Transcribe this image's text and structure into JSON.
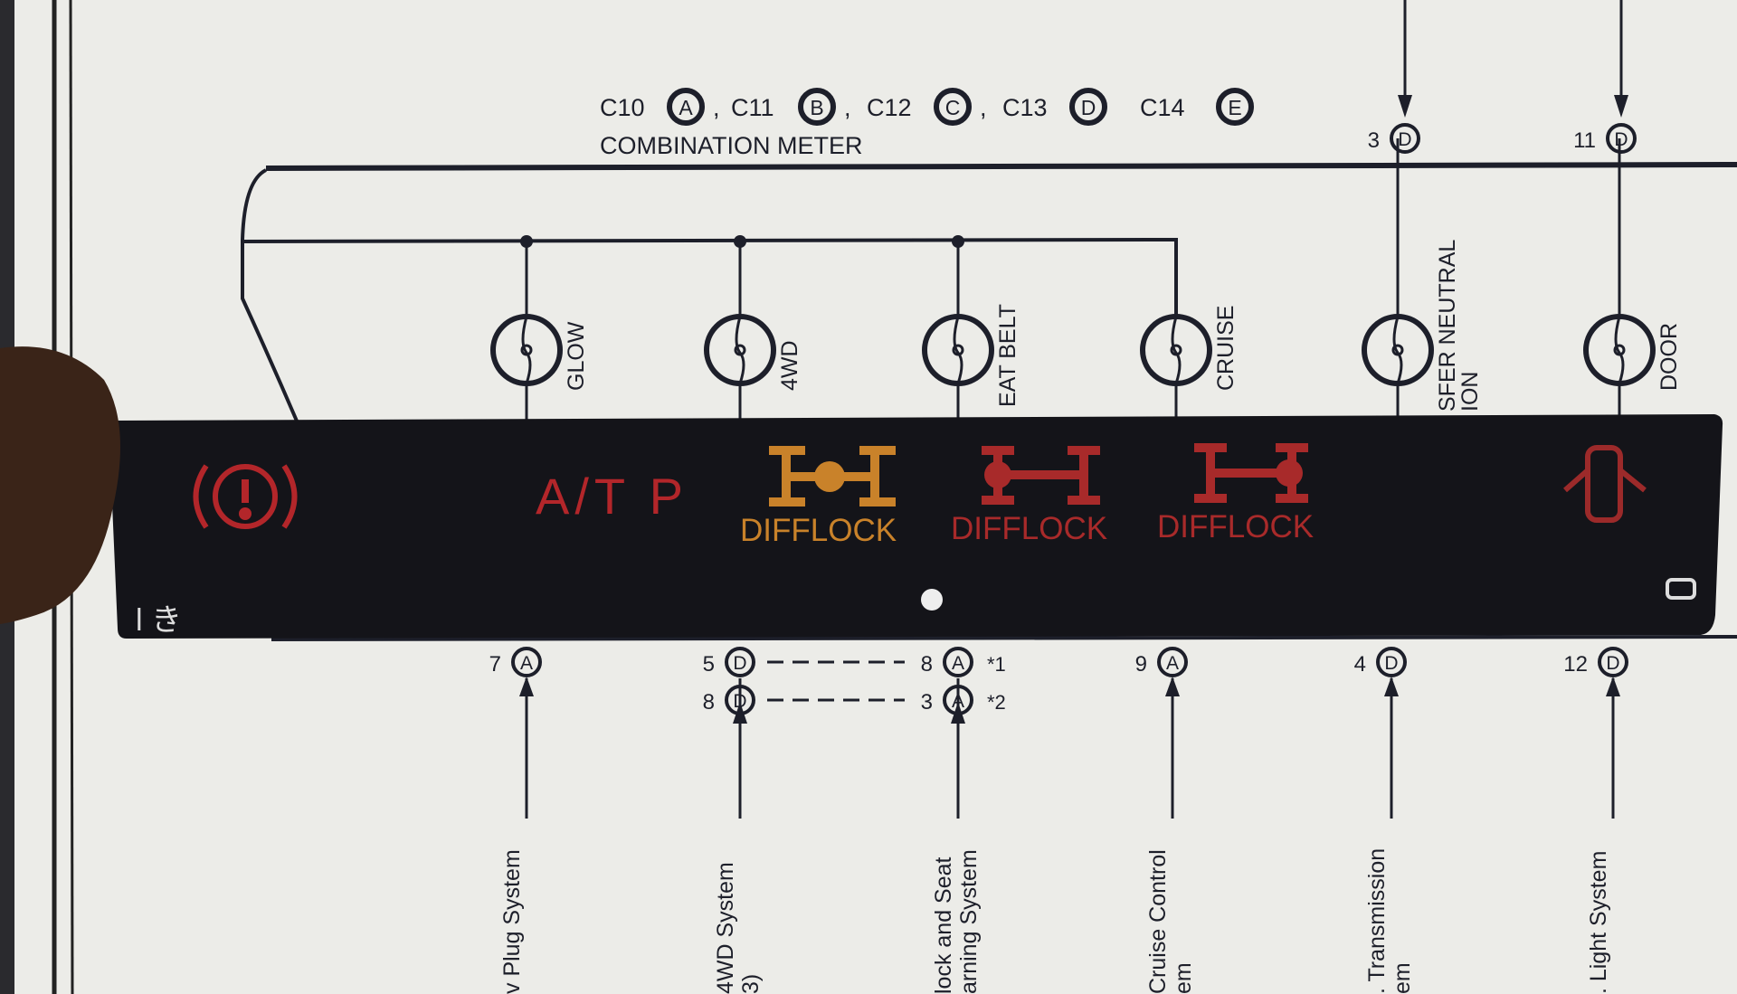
{
  "header": {
    "connectors": [
      {
        "code": "C10",
        "letter": "A"
      },
      {
        "code": "C11",
        "letter": "B"
      },
      {
        "code": "C12",
        "letter": "C"
      },
      {
        "code": "C13",
        "letter": "D"
      },
      {
        "code": "C14",
        "letter": "E"
      }
    ],
    "title": "COMBINATION METER"
  },
  "top_pins": [
    {
      "num": "3",
      "letter": "D"
    },
    {
      "num": "11",
      "letter": "D"
    }
  ],
  "lamps": [
    {
      "label": "GLOW"
    },
    {
      "label": "4WD"
    },
    {
      "label": "EAT BELT"
    },
    {
      "label": "CRUISE"
    },
    {
      "label": "SFER NEUTRAL",
      "label2": "ION"
    },
    {
      "label": "DOOR"
    }
  ],
  "bottom_pins": [
    {
      "num": "7",
      "letter": "A"
    },
    {
      "num": "5",
      "letter": "D"
    },
    {
      "num": "8",
      "letter": "A",
      "note": "*1"
    },
    {
      "num": "9",
      "letter": "A"
    },
    {
      "num": "4",
      "letter": "D"
    },
    {
      "num": "12",
      "letter": "D"
    }
  ],
  "bottom_pins_row2": [
    {
      "num": "8",
      "letter": "D"
    },
    {
      "num": "3",
      "letter": "A",
      "note": "*2"
    }
  ],
  "systems": [
    {
      "label": "v Plug System"
    },
    {
      "label": "4WD System",
      "label2": "3)"
    },
    {
      "label": "lock and Seat",
      "label2": "arning System"
    },
    {
      "label": "Cruise Control",
      "label2": "em"
    },
    {
      "label": ". Transmission",
      "label2": "em"
    },
    {
      "label": ". Light System"
    }
  ],
  "indicator_strip": {
    "atp": "A/T P",
    "difflock": [
      "DIFFLOCK",
      "DIFFLOCK",
      "DIFFLOCK"
    ],
    "corner_mark": "l き",
    "colors": {
      "red": "#b3262a",
      "amber": "#c9822a",
      "strip": "#141419"
    }
  }
}
